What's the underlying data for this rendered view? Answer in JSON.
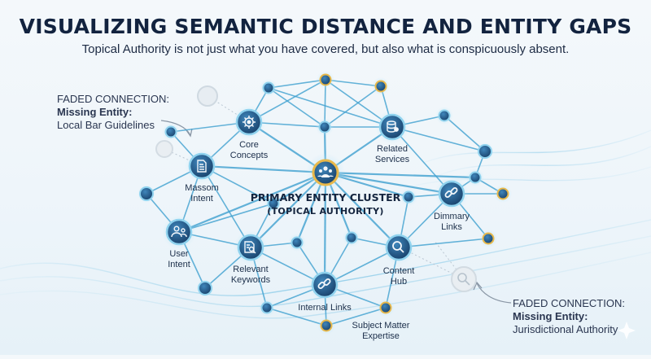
{
  "header": {
    "title": "VISUALIZING SEMANTIC DISTANCE AND ENTITY GAPS",
    "subtitle": "Topical Authority is not just what you have covered, but also what is conspicuously absent."
  },
  "faded_left": {
    "heading": "FADED CONNECTION:",
    "label": "Missing Entity:",
    "entity": "Local Bar Guidelines"
  },
  "faded_right": {
    "heading": "FADED CONNECTION:",
    "label": "Missing Entity:",
    "entity": "Jurisdictional Authority"
  },
  "center": {
    "title": "PRIMARY ENTITY CLUSTER",
    "subtitle": "(TOPICAL AUTHORITY)",
    "icon": "people-cluster-icon"
  },
  "nodes": [
    {
      "id": "core",
      "label": "Core Concepts",
      "icon": "gear-icon"
    },
    {
      "id": "related",
      "label": "Related Services",
      "icon": "database-icon"
    },
    {
      "id": "massom",
      "label": "Massom Intent",
      "icon": "document-icon"
    },
    {
      "id": "dimmary",
      "label": "Dimmary Links",
      "icon": "link-icon"
    },
    {
      "id": "user",
      "label": "User Intent",
      "icon": "users-icon"
    },
    {
      "id": "relevant",
      "label": "Relevant Keywords",
      "icon": "keyword-doc-icon"
    },
    {
      "id": "content",
      "label": "Content Hub",
      "icon": "search-icon"
    },
    {
      "id": "internal",
      "label": "Internal Links",
      "icon": "link-icon"
    },
    {
      "id": "subject",
      "label": "Subject Matter Expertise",
      "icon": ""
    }
  ],
  "colors": {
    "edge": "#3fa0cf",
    "node_fill": "#1e5a8c",
    "node_ring": "#8fd2ee",
    "center_ring": "#e8b84a",
    "faded": "#c9d3db"
  }
}
